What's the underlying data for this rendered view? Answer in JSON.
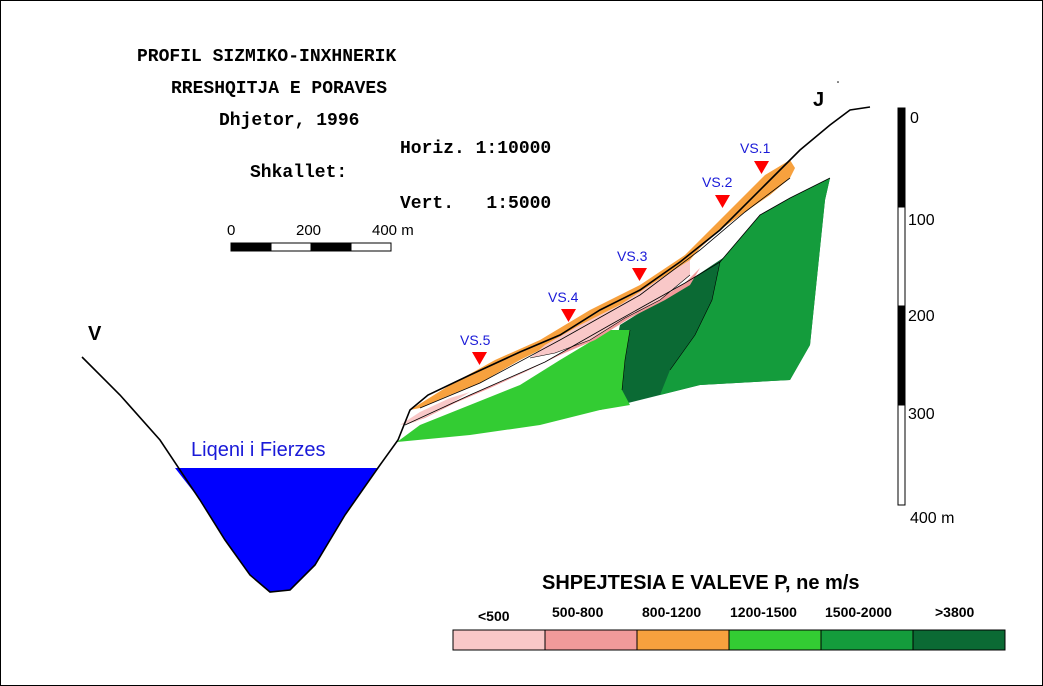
{
  "title": {
    "line1": "PROFIL SIZMIKO-INXHNERIK",
    "line2": "RRESHQITJA E PORAVES",
    "line3": "Dhjetor, 1996"
  },
  "scale": {
    "label": "Shkallet:",
    "horizontal": "Horiz. 1:10000",
    "vertical": "Vert.   1:5000",
    "bar_ticks": [
      "0",
      "200",
      "400 m"
    ]
  },
  "compass": {
    "west": "V",
    "south": "J"
  },
  "lake": {
    "name": "Liqeni i Fierzes"
  },
  "stations": [
    "VS.1",
    "VS.2",
    "VS.3",
    "VS.4",
    "VS.5"
  ],
  "depth_scale": {
    "ticks": [
      "0",
      "100",
      "200",
      "300",
      "400 m"
    ]
  },
  "legend": {
    "title": "SHPEJTESIA E VALEVE P, ne m/s",
    "classes": [
      {
        "label": "<500",
        "color": "#f9c8c8"
      },
      {
        "label": "500-800",
        "color": "#f19a9a"
      },
      {
        "label": "800-1200",
        "color": "#f7a13e"
      },
      {
        "label": "1200-1500",
        "color": "#33cc33"
      },
      {
        "label": "1500-2000",
        "color": "#149c3c"
      },
      {
        "label": ">3800",
        "color": "#0b6a34"
      }
    ]
  },
  "colors": {
    "water": "#0000ff",
    "station_marker": "#ff0000",
    "station_text": "#1a1ad8"
  }
}
